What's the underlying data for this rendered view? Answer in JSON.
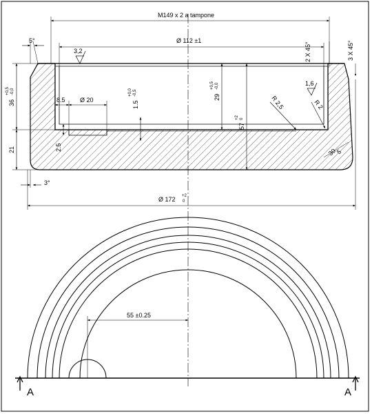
{
  "section_view": {
    "thread_label": "M149 x 2 a tampone",
    "inner_diameter": "Ø 112 ±1",
    "outer_diameter": "Ø 172",
    "outer_diameter_tol_upper": "+2",
    "outer_diameter_tol_lower": "0",
    "small_diameter": "Ø 20",
    "dim_8_5": "8.5",
    "roughness_top": "3,2",
    "roughness_inner": "1,6",
    "angle_top": "5°",
    "angle_bottom": "3°",
    "chamfer_a": "2 X 45°",
    "chamfer_b": "3 X 45°",
    "radius_a": "R 2,5",
    "radius_b": "R 2",
    "corner_30": "30",
    "corner_5": "5",
    "height_36": "36",
    "height_36_tol_upper": "+0,5",
    "height_36_tol_lower": "-0,0",
    "height_21": "21",
    "height_2_5": "2.5",
    "height_1_5": "1.5",
    "height_1_5_tol_upper": "+0,0",
    "height_1_5_tol_lower": "-0,5",
    "height_29": "29",
    "height_29_tol_upper": "+0,5",
    "height_29_tol_lower": "-0,0",
    "height_57": "57",
    "height_57_tol_upper": "+2",
    "height_57_tol_lower": "0"
  },
  "plan_view": {
    "radius_dim": "55 ±0.25",
    "section_label_left": "A",
    "section_label_right": "A"
  }
}
